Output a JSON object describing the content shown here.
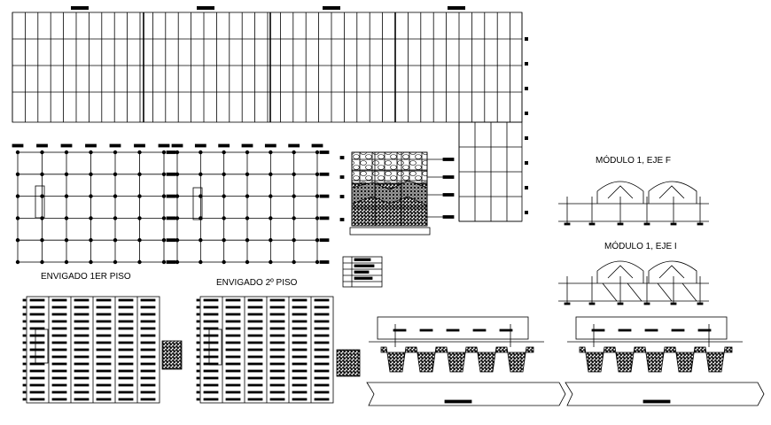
{
  "drawing": {
    "labels": {
      "envigado_1": "ENVIGADO 1ER PISO",
      "envigado_2": "ENVIGADO 2º  PISO",
      "modulo_f": "MÓDULO 1, EJE F",
      "modulo_i": "MÓDULO 1, EJE I"
    },
    "line_color": "#000000",
    "background": "#ffffff"
  }
}
